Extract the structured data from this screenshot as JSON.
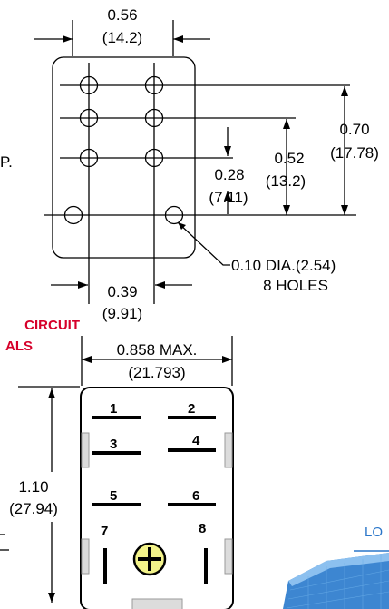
{
  "top_view": {
    "width_dim_in": "0.56",
    "width_dim_mm": "(14.2)",
    "left_cut_label": "P.",
    "height_dim_in": "0.70",
    "height_dim_mm": "(17.78)",
    "mid_dim_in": "0.52",
    "mid_dim_mm": "(13.2)",
    "small_dim_in": "0.28",
    "small_dim_mm": "(7.11)",
    "hole_callout_line1": "0.10 DIA.(2.54)",
    "hole_callout_line2": "8 HOLES",
    "bottom_dim_in": "0.39",
    "bottom_dim_mm": "(9.91)"
  },
  "heading": {
    "line1": "CIRCUIT",
    "line2": "ALS",
    "color": "#d6002a"
  },
  "bottom_view": {
    "width_dim_in": "0.858 MAX.",
    "width_dim_mm": "(21.793)",
    "height_dim_in": "1.10",
    "height_dim_mm": "(27.94)",
    "terminals": [
      "1",
      "2",
      "3",
      "4",
      "5",
      "6",
      "7",
      "8"
    ]
  },
  "logo": {
    "text": "LO",
    "color": "#2a76c9"
  }
}
